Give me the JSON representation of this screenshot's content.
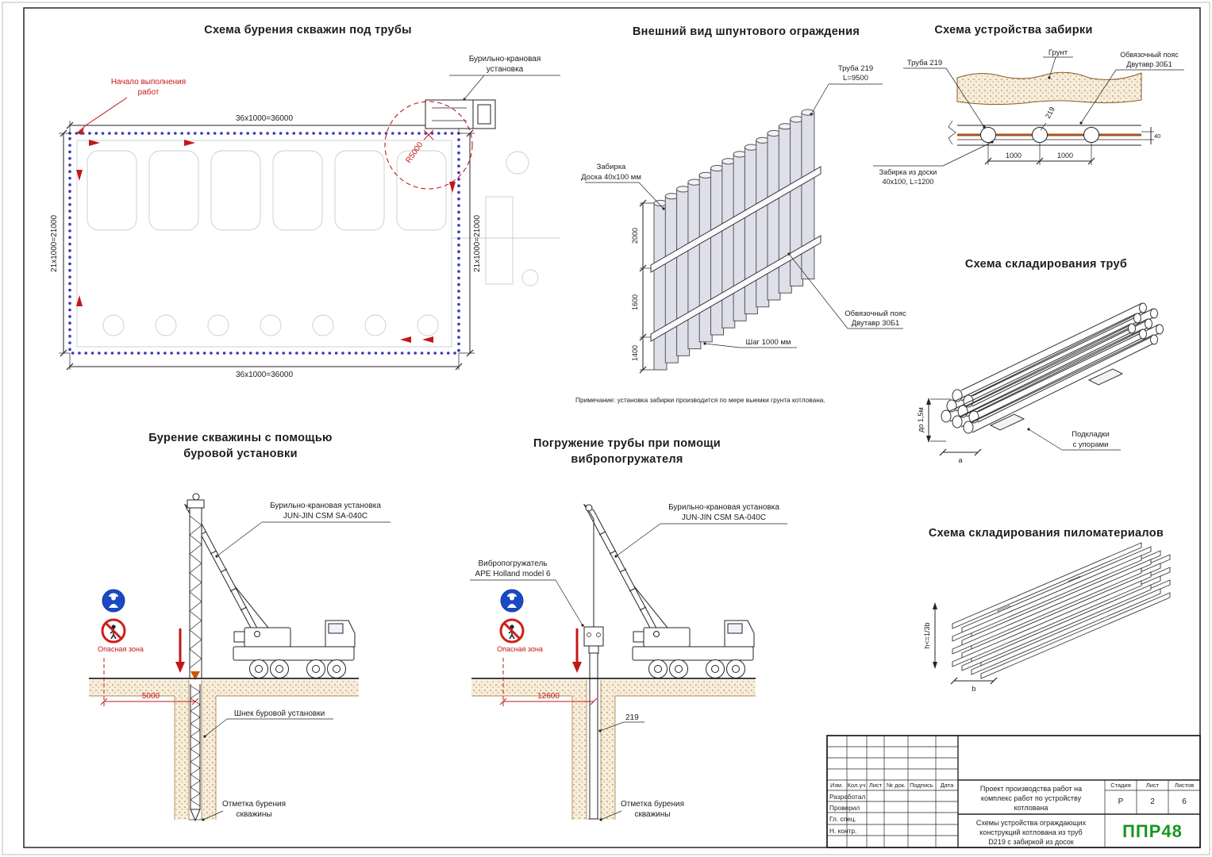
{
  "plan": {
    "title": "Схема бурения скважин под трубы",
    "label_rig1": "Бурильно-крановая",
    "label_rig2": "установка",
    "label_start1": "Начало выполнения",
    "label_start2": "работ",
    "dim_top": "36х1000=36000",
    "dim_bottom": "36х1000=36000",
    "dim_left": "21х1000=21000",
    "dim_right": "21х1000=21000",
    "radius_label": "R5000"
  },
  "sheetpile": {
    "title": "Внешний вид шпунтового ограждения",
    "label_pipe1": "Труба 219",
    "label_pipe2": "L=9500",
    "label_lagging1": "Забирка",
    "label_lagging2": "Доска 40х100 мм",
    "dim_2000": "2000",
    "dim_1600": "1600",
    "dim_1400": "1400",
    "label_waler1": "Обвязочный пояс",
    "label_waler2": "Двутавр 30Б1",
    "label_step": "Шаг 1000 мм",
    "note": "Примечание: установка забирки производится по мере выемки грунта котлована."
  },
  "lagging_scheme": {
    "title": "Схема устройства забирки",
    "label_pipe": "Труба 219",
    "label_ground": "Грунт",
    "label_waler1": "Обвязочный пояс",
    "label_waler2": "Двутавр 30Б1",
    "dim_219": "219",
    "dim_1000a": "1000",
    "dim_1000b": "1000",
    "dim_40": "40",
    "label_boards1": "Забирка из доски",
    "label_boards2": "40х100, L=1200"
  },
  "pipe_storage": {
    "title": "Схема складирования труб",
    "dim_height": "до 1,5м",
    "dim_a": "а",
    "label_supports1": "Подкладки",
    "label_supports2": "с упорами"
  },
  "drilling": {
    "title1": "Бурение скважины с помощью",
    "title2": "буровой установки",
    "label_rig1": "Бурильно-крановая установка",
    "label_rig2": "JUN-JIN CSM SA-040C",
    "label_zone": "Опасная зона",
    "dim": "5000",
    "label_auger": "Шнек буровой установки",
    "label_mark1": "Отметка бурения",
    "label_mark2": "скважины"
  },
  "immersion": {
    "title1": "Погружение трубы при помощи",
    "title2": "вибропогружателя",
    "label_vibro1": "Вибропогружатель",
    "label_vibro2": "APE Holland model 6",
    "label_rig1": "Бурильно-крановая установка",
    "label_rig2": "JUN-JIN CSM SA-040C",
    "label_zone": "Опасная зона",
    "dim": "12600",
    "dim_pipe": "219",
    "label_mark1": "Отметка бурения",
    "label_mark2": "скважины"
  },
  "lumber_storage": {
    "title": "Схема складирования пиломатериалов",
    "dim_h": "h<=1/3b",
    "dim_b": "b"
  },
  "titleblock": {
    "col_izm": "Изм.",
    "col_koluch": "Кол.уч",
    "col_list": "Лист",
    "col_ndok": "№ док.",
    "col_podpis": "Подпись",
    "col_data": "Дата",
    "row_razrabotal": "Разработал",
    "row_proveril": "Проверил",
    "row_glspec": "Гл. спец.",
    "row_nkontr": "Н. контр.",
    "project_lines": [
      "Проект производства работ на",
      "комплекс работ по устройству",
      "котлована"
    ],
    "stadia_label": "Стадия",
    "list_label": "Лист",
    "listov_label": "Листов",
    "stadia_value": "Р",
    "list_value": "2",
    "listov_value": "6",
    "sheet_title_lines": [
      "Схемы устройства ограждающих",
      "конструкций котлована из труб",
      "D219 с забиркой из досок"
    ],
    "logo": "ППР48"
  }
}
